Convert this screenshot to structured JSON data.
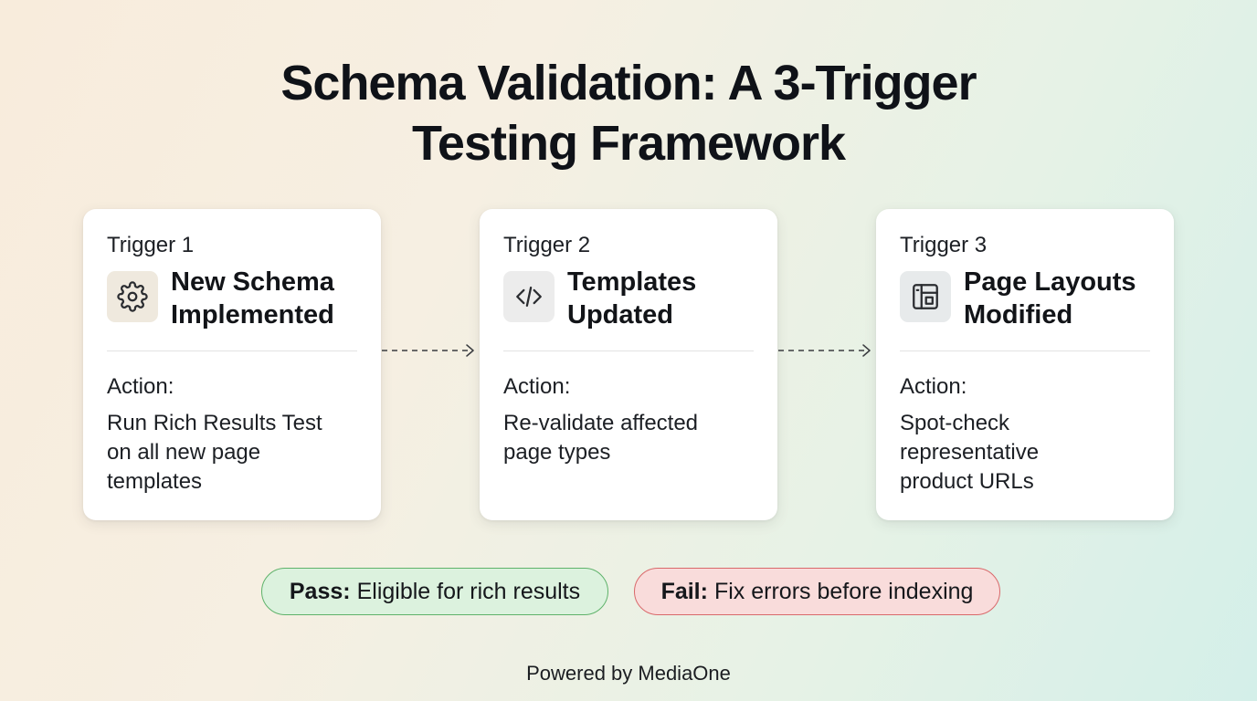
{
  "title": {
    "line1": "Schema Validation: A 3-Trigger",
    "line2": "Testing Framework"
  },
  "triggers": [
    {
      "label": "Trigger 1",
      "icon": "gear-icon",
      "title_line1": "New Schema",
      "title_line2": "Implemented",
      "action_label": "Action:",
      "action_lines": [
        "Run Rich Results Test",
        "on all new page",
        "templates"
      ]
    },
    {
      "label": "Trigger 2",
      "icon": "code-icon",
      "title_line1": "Templates",
      "title_line2": "Updated",
      "action_label": "Action:",
      "action_lines": [
        "Re-validate affected",
        "page types"
      ]
    },
    {
      "label": "Trigger 3",
      "icon": "layout-icon",
      "title_line1": "Page Layouts",
      "title_line2": "Modified",
      "action_label": "Action:",
      "action_lines": [
        "Spot-check",
        "representative",
        "product URLs"
      ]
    }
  ],
  "outcomes": {
    "pass": {
      "label": "Pass:",
      "text": "Eligible for rich results",
      "color": "#5eb26a"
    },
    "fail": {
      "label": "Fail:",
      "text": "Fix errors before indexing",
      "color": "#d9686a"
    }
  },
  "footer": "Powered by MediaOne"
}
